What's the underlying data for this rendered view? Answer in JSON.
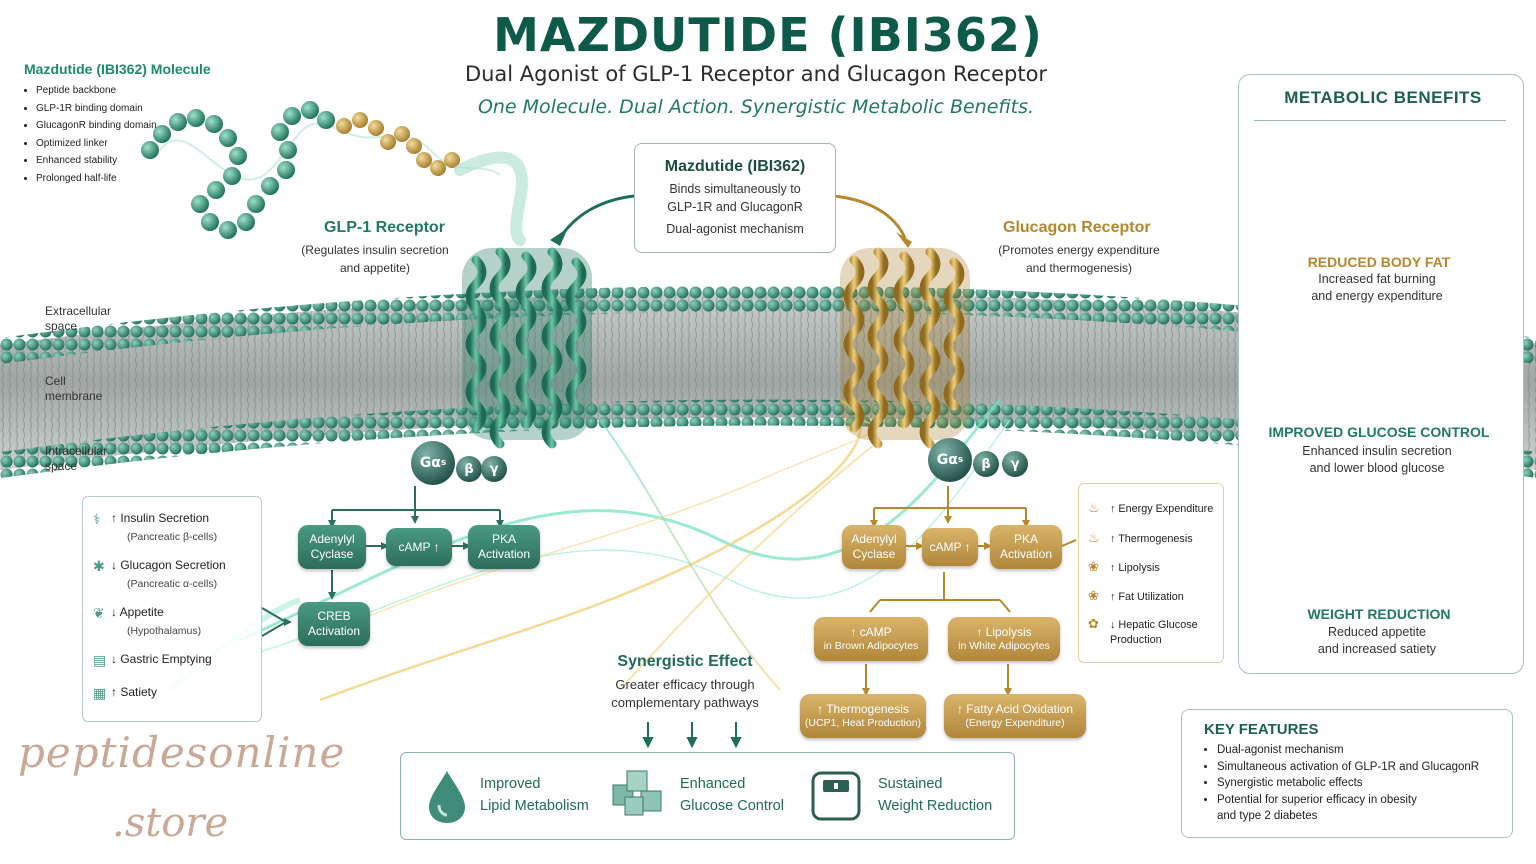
{
  "header": {
    "title": "MAZDUTIDE (IBI362)",
    "subtitle": "Dual Agonist of GLP-1 Receptor and Glucagon Receptor",
    "tagline": "One Molecule. Dual Action. Synergistic Metabolic Benefits."
  },
  "molecule": {
    "title": "Mazdutide (IBI362) Molecule",
    "features": [
      "Peptide backbone",
      "GLP-1R binding domain",
      "GlucagonR binding domain",
      "Optimized linker",
      "Enhanced stability",
      "Prolonged half-life"
    ]
  },
  "glp1_receptor": {
    "title": "GLP-1 Receptor",
    "desc_line1": "(Regulates insulin secretion",
    "desc_line2": "and appetite)"
  },
  "glucagon_receptor": {
    "title": "Glucagon Receptor",
    "desc_line1": "(Promotes energy expenditure",
    "desc_line2": "and thermogenesis)"
  },
  "center": {
    "title": "Mazdutide (IBI362)",
    "line1": "Binds simultaneously to",
    "line2": "GLP-1R and GlucagonR",
    "line3": "Dual-agonist mechanism"
  },
  "membrane": {
    "extracellular_1": "Extracellular",
    "extracellular_2": "space",
    "cell_1": "Cell",
    "cell_2": "membrane",
    "intracellular_1": "Intracellular",
    "intracellular_2": "space"
  },
  "g_protein": {
    "alpha": "Gα",
    "alpha_sub": "s",
    "beta": "β",
    "gamma": "γ"
  },
  "glp1_pathway": {
    "adenylyl_1": "Adenylyl",
    "adenylyl_2": "Cyclase",
    "camp": "cAMP ↑",
    "pka_1": "PKA",
    "pka_2": "Activation",
    "creb_1": "CREB",
    "creb_2": "Activation"
  },
  "glp1_effects": [
    {
      "label": "↑ Insulin Secretion",
      "sub": "(Pancreatic β-cells)",
      "icon": "pancreas-beta-icon"
    },
    {
      "label": "↓ Glucagon Secretion",
      "sub": "(Pancreatic α-cells)",
      "icon": "pancreas-alpha-icon"
    },
    {
      "label": "↓ Appetite",
      "sub": "(Hypothalamus)",
      "icon": "brain-icon"
    },
    {
      "label": "↓ Gastric Emptying",
      "sub": "",
      "icon": "stomach-icon"
    },
    {
      "label": "↑ Satiety",
      "sub": "",
      "icon": "satiety-icon"
    }
  ],
  "gcg_pathway": {
    "adenylyl_1": "Adenylyl",
    "adenylyl_2": "Cyclase",
    "camp": "cAMP ↑",
    "pka_1": "PKA",
    "pka_2": "Activation",
    "brown_1": "↑ cAMP",
    "brown_2": "in Brown Adipocytes",
    "white_1": "↑ Lipolysis",
    "white_2": "in White Adipocytes",
    "thermo_1": "↑ Thermogenesis",
    "thermo_2": "(UCP1, Heat Production)",
    "fatty_1": "↑ Fatty Acid Oxidation",
    "fatty_2": "(Energy Expenditure)"
  },
  "gcg_effects": [
    {
      "label": "↑ Energy Expenditure",
      "icon": "flame-icon"
    },
    {
      "label": "↑ Thermogenesis",
      "icon": "flame-icon"
    },
    {
      "label": "↑ Lipolysis",
      "icon": "fat-cell-icon"
    },
    {
      "label": "↑ Fat Utilization",
      "icon": "fat-cell-icon"
    },
    {
      "label": "↓ Hepatic Glucose",
      "label2": "Production",
      "icon": "liver-icon"
    }
  ],
  "synergy": {
    "title": "Synergistic Effect",
    "line1": "Greater efficacy through",
    "line2": "complementary pathways"
  },
  "outcomes": [
    {
      "line1": "Improved",
      "line2": "Lipid Metabolism",
      "icon": "lipid-drop-icon"
    },
    {
      "line1": "Enhanced",
      "line2": "Glucose Control",
      "icon": "glucose-cubes-icon"
    },
    {
      "line1": "Sustained",
      "line2": "Weight Reduction",
      "icon": "scale-icon"
    }
  ],
  "benefits": {
    "title": "METABOLIC BENEFITS",
    "items": [
      {
        "title": "REDUCED BODY FAT",
        "line1": "Increased fat burning",
        "line2": "and energy expenditure",
        "color": "#b8862b"
      },
      {
        "title": "IMPROVED GLUCOSE CONTROL",
        "line1": "Enhanced insulin secretion",
        "line2": "and lower blood glucose",
        "color": "#1f7a63"
      },
      {
        "title": "WEIGHT REDUCTION",
        "line1": "Reduced appetite",
        "line2": "and increased satiety",
        "color": "#1f7a63"
      }
    ]
  },
  "key_features": {
    "title": "KEY FEATURES",
    "items": [
      "Dual-agonist mechanism",
      "Simultaneous activation of GLP-1R and GlucagonR",
      "Synergistic metabolic effects",
      "Potential for superior efficacy in obesity",
      "and type 2 diabetes"
    ]
  },
  "watermark": {
    "line1": "peptidesonline",
    "line2": ".store"
  },
  "colors": {
    "green": "#1f7a63",
    "gold": "#b8862b",
    "dark_green": "#0d5a4a"
  }
}
